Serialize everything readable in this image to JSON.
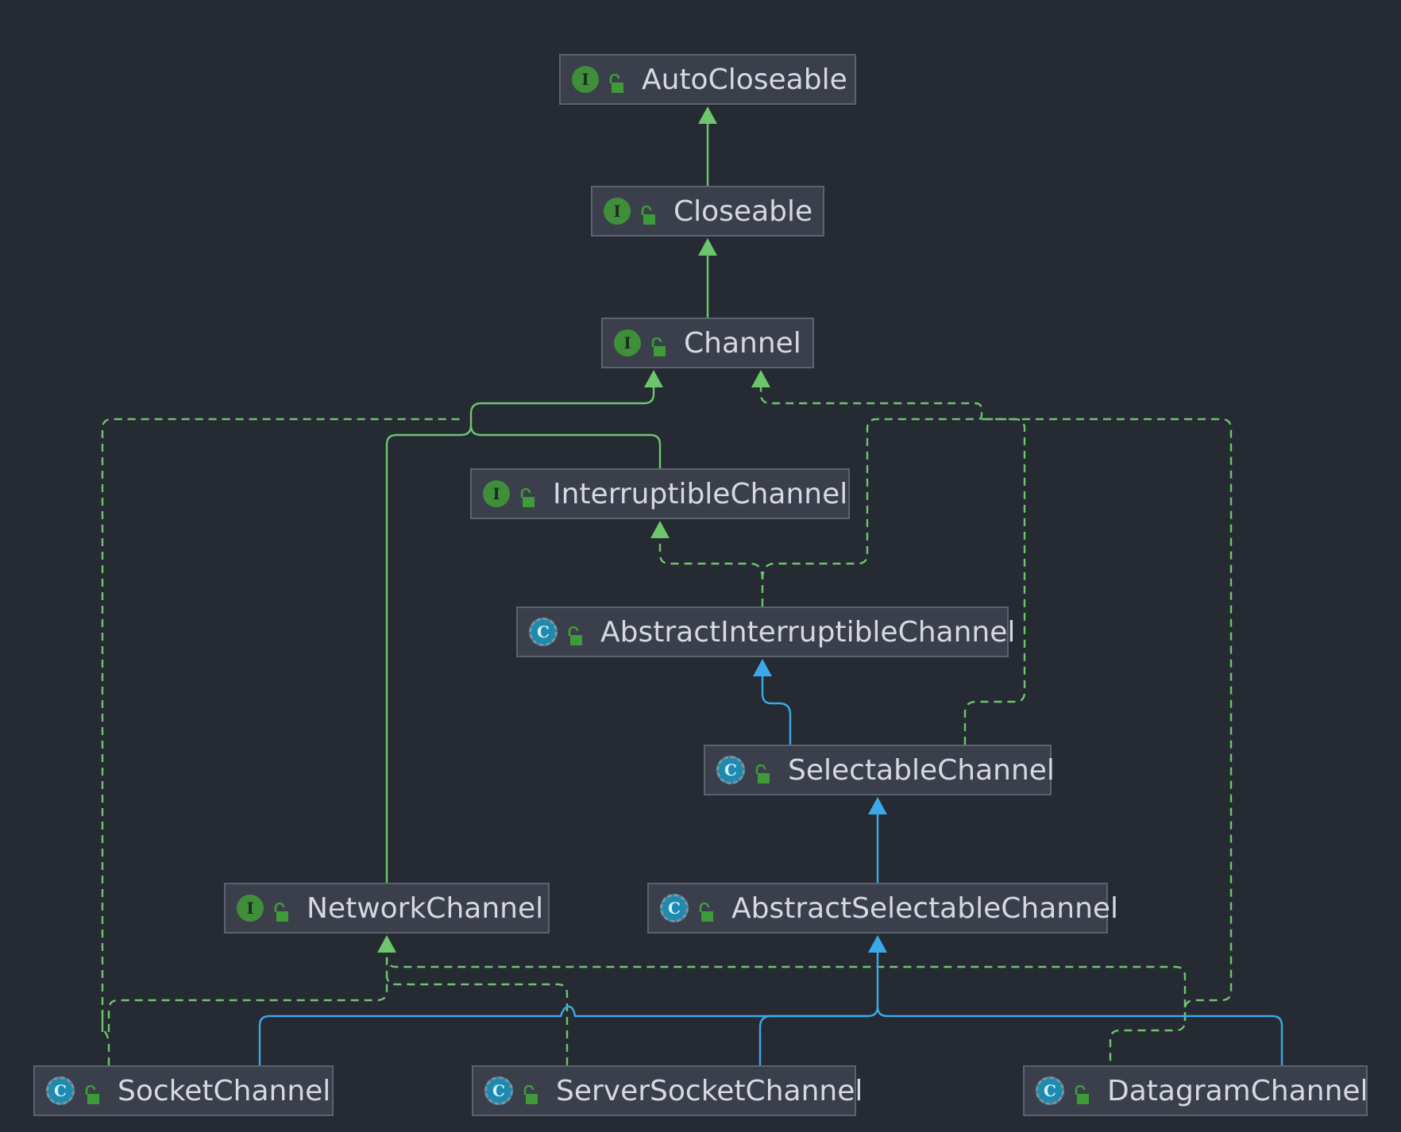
{
  "colors": {
    "background": "#262a33",
    "node_fill": "#3a3f4b",
    "node_border": "#5b6270",
    "extends_interface": "#6cc66c",
    "extends_class": "#3aa9e8",
    "implements": "#6cc66c"
  },
  "nodes": [
    {
      "id": "autocloseable",
      "label": "AutoCloseable",
      "kind": "interface",
      "icon": "interface-icon"
    },
    {
      "id": "closeable",
      "label": "Closeable",
      "kind": "interface",
      "icon": "interface-icon"
    },
    {
      "id": "channel",
      "label": "Channel",
      "kind": "interface",
      "icon": "interface-icon"
    },
    {
      "id": "interruptiblechannel",
      "label": "InterruptibleChannel",
      "kind": "interface",
      "icon": "interface-icon"
    },
    {
      "id": "abstractinterruptiblechannel",
      "label": "AbstractInterruptibleChannel",
      "kind": "abstract",
      "icon": "abstract-class-icon"
    },
    {
      "id": "selectablechannel",
      "label": "SelectableChannel",
      "kind": "abstract",
      "icon": "abstract-class-icon"
    },
    {
      "id": "networkchannel",
      "label": "NetworkChannel",
      "kind": "interface",
      "icon": "interface-icon"
    },
    {
      "id": "abstractselectablechannel",
      "label": "AbstractSelectableChannel",
      "kind": "abstract",
      "icon": "abstract-class-icon"
    },
    {
      "id": "socketchannel",
      "label": "SocketChannel",
      "kind": "abstract",
      "icon": "abstract-class-icon"
    },
    {
      "id": "serversocketchannel",
      "label": "ServerSocketChannel",
      "kind": "abstract",
      "icon": "abstract-class-icon"
    },
    {
      "id": "datagramchannel",
      "label": "DatagramChannel",
      "kind": "abstract",
      "icon": "abstract-class-icon"
    }
  ],
  "edges": [
    {
      "from": "closeable",
      "to": "autocloseable",
      "type": "extends-interface"
    },
    {
      "from": "channel",
      "to": "closeable",
      "type": "extends-interface"
    },
    {
      "from": "interruptiblechannel",
      "to": "channel",
      "type": "extends-interface"
    },
    {
      "from": "networkchannel",
      "to": "channel",
      "type": "extends-interface"
    },
    {
      "from": "abstractinterruptiblechannel",
      "to": "interruptiblechannel",
      "type": "implements"
    },
    {
      "from": "abstractinterruptiblechannel",
      "to": "channel",
      "type": "implements"
    },
    {
      "from": "selectablechannel",
      "to": "abstractinterruptiblechannel",
      "type": "extends-class"
    },
    {
      "from": "selectablechannel",
      "to": "channel",
      "type": "implements"
    },
    {
      "from": "abstractselectablechannel",
      "to": "selectablechannel",
      "type": "extends-class"
    },
    {
      "from": "socketchannel",
      "to": "abstractselectablechannel",
      "type": "extends-class"
    },
    {
      "from": "serversocketchannel",
      "to": "abstractselectablechannel",
      "type": "extends-class"
    },
    {
      "from": "datagramchannel",
      "to": "abstractselectablechannel",
      "type": "extends-class"
    },
    {
      "from": "socketchannel",
      "to": "networkchannel",
      "type": "implements"
    },
    {
      "from": "serversocketchannel",
      "to": "networkchannel",
      "type": "implements"
    },
    {
      "from": "datagramchannel",
      "to": "networkchannel",
      "type": "implements"
    },
    {
      "from": "socketchannel",
      "to": "channel",
      "type": "implements"
    },
    {
      "from": "datagramchannel",
      "to": "channel",
      "type": "implements"
    }
  ]
}
